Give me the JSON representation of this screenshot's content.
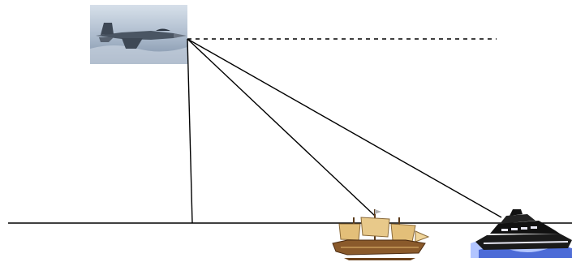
{
  "diagram": {
    "kind": "angle-of-depression",
    "observer": "jet-fighter-aircraft",
    "objects": [
      "sailing-ship",
      "motor-yacht"
    ],
    "line_color": "#000000",
    "sky_colors": [
      "#cfd9e6",
      "#8fa4bd"
    ],
    "ship_colors": {
      "hull": "#8a5a2b",
      "sails": "#e8c98a",
      "rigging": "#5a3a1a"
    },
    "yacht_colors": {
      "hull": "#1a1a1a",
      "trim": "#e8e8f4",
      "water": "#3a5bd0",
      "spray": "#9fb6ff"
    }
  }
}
